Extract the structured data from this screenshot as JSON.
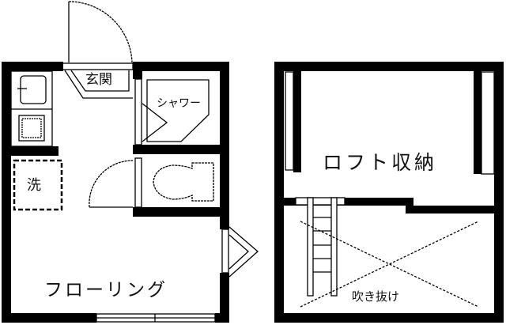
{
  "plan": {
    "type": "apartment floor plan",
    "colors": {
      "wall": "#000000",
      "background": "#ffffff"
    },
    "main_floor": {
      "rooms": {
        "entrance": "玄関",
        "shower": "シャワー",
        "washer": "洗",
        "living": "フローリング"
      }
    },
    "loft": {
      "rooms": {
        "storage": "ロフト収納",
        "void": "吹き抜け"
      }
    }
  }
}
